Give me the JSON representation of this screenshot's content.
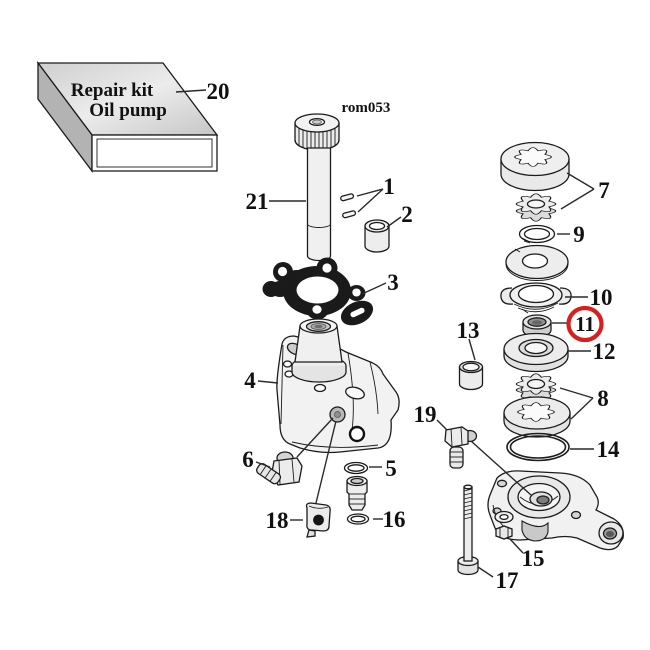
{
  "diagram": {
    "code_label": "rom053",
    "kit_box": {
      "line1": "Repair kit",
      "line2": "Oil pump"
    },
    "highlight": {
      "color": "#d81e1e",
      "highlighted_part": "11"
    },
    "callouts": {
      "c1": "1",
      "c2": "2",
      "c3": "3",
      "c4": "4",
      "c5": "5",
      "c6": "6",
      "c7": "7",
      "c8": "8",
      "c9": "9",
      "c10": "10",
      "c11": "11",
      "c12": "12",
      "c13": "13",
      "c14": "14",
      "c15": "15",
      "c16": "16",
      "c17": "17",
      "c18": "18",
      "c19": "19",
      "c20": "20",
      "c21": "21"
    }
  }
}
